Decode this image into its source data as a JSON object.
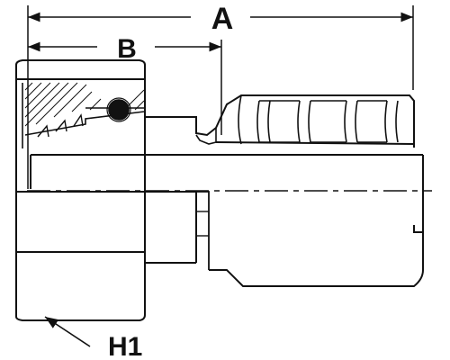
{
  "dimensions": {
    "overall_length_label": "A",
    "nut_depth_label": "B",
    "hex_size_label": "H1"
  },
  "colors": {
    "line": "#111111",
    "background": "#ffffff"
  }
}
